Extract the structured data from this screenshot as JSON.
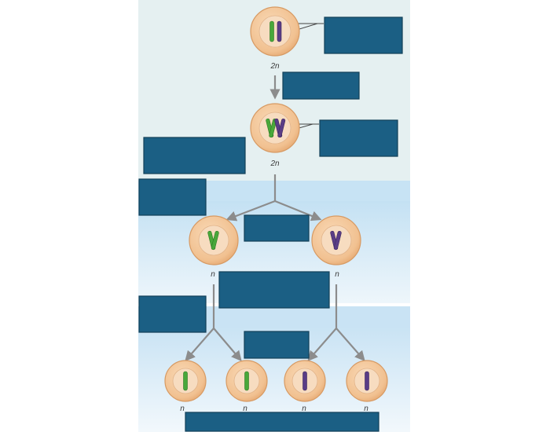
{
  "colors": {
    "panel_top": "#e5f0f1",
    "panel_band_light": "#c7e3f4",
    "panel_band_mid": "#d8ebf7",
    "label_box": "#1b5f84",
    "label_box_border": "#123f58",
    "cell_fill": "#f3c79b",
    "cell_ring": "#d79a63",
    "nucleus": "#f7dcc0",
    "chromosome_green": "#48a83a",
    "chromosome_purple": "#5a3d86",
    "arrow": "#8c8c8c",
    "leader_line": "#444444"
  },
  "diagram": {
    "ploidy_labels": {
      "parent": "2n",
      "replicated": "2n",
      "meiosis1_left": "n",
      "meiosis1_right": "n",
      "gamete_1": "n",
      "gamete_2": "n",
      "gamete_3": "n",
      "gamete_4": "n"
    },
    "label_boxes": [
      "",
      "",
      "",
      "",
      "",
      "",
      "",
      "",
      "",
      ""
    ]
  }
}
